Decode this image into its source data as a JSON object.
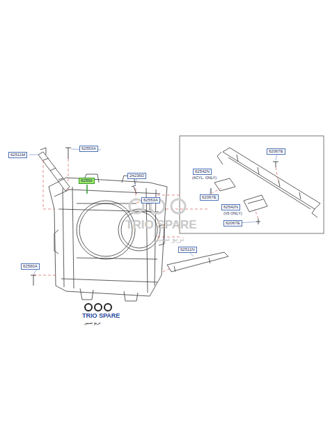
{
  "diagram": {
    "labels": [
      "62511M",
      "62553A",
      "62500",
      "24236D",
      "62553A",
      "62511N",
      "62560A",
      "62067E",
      "62542N",
      "(4CYL. ONLY)",
      "62067E",
      "62542N",
      "(V6 ONLY)",
      "62067E",
      "TRIO SPARE",
      "تريو سبير",
      "TRIO SPARE",
      "تريو سبير"
    ]
  }
}
